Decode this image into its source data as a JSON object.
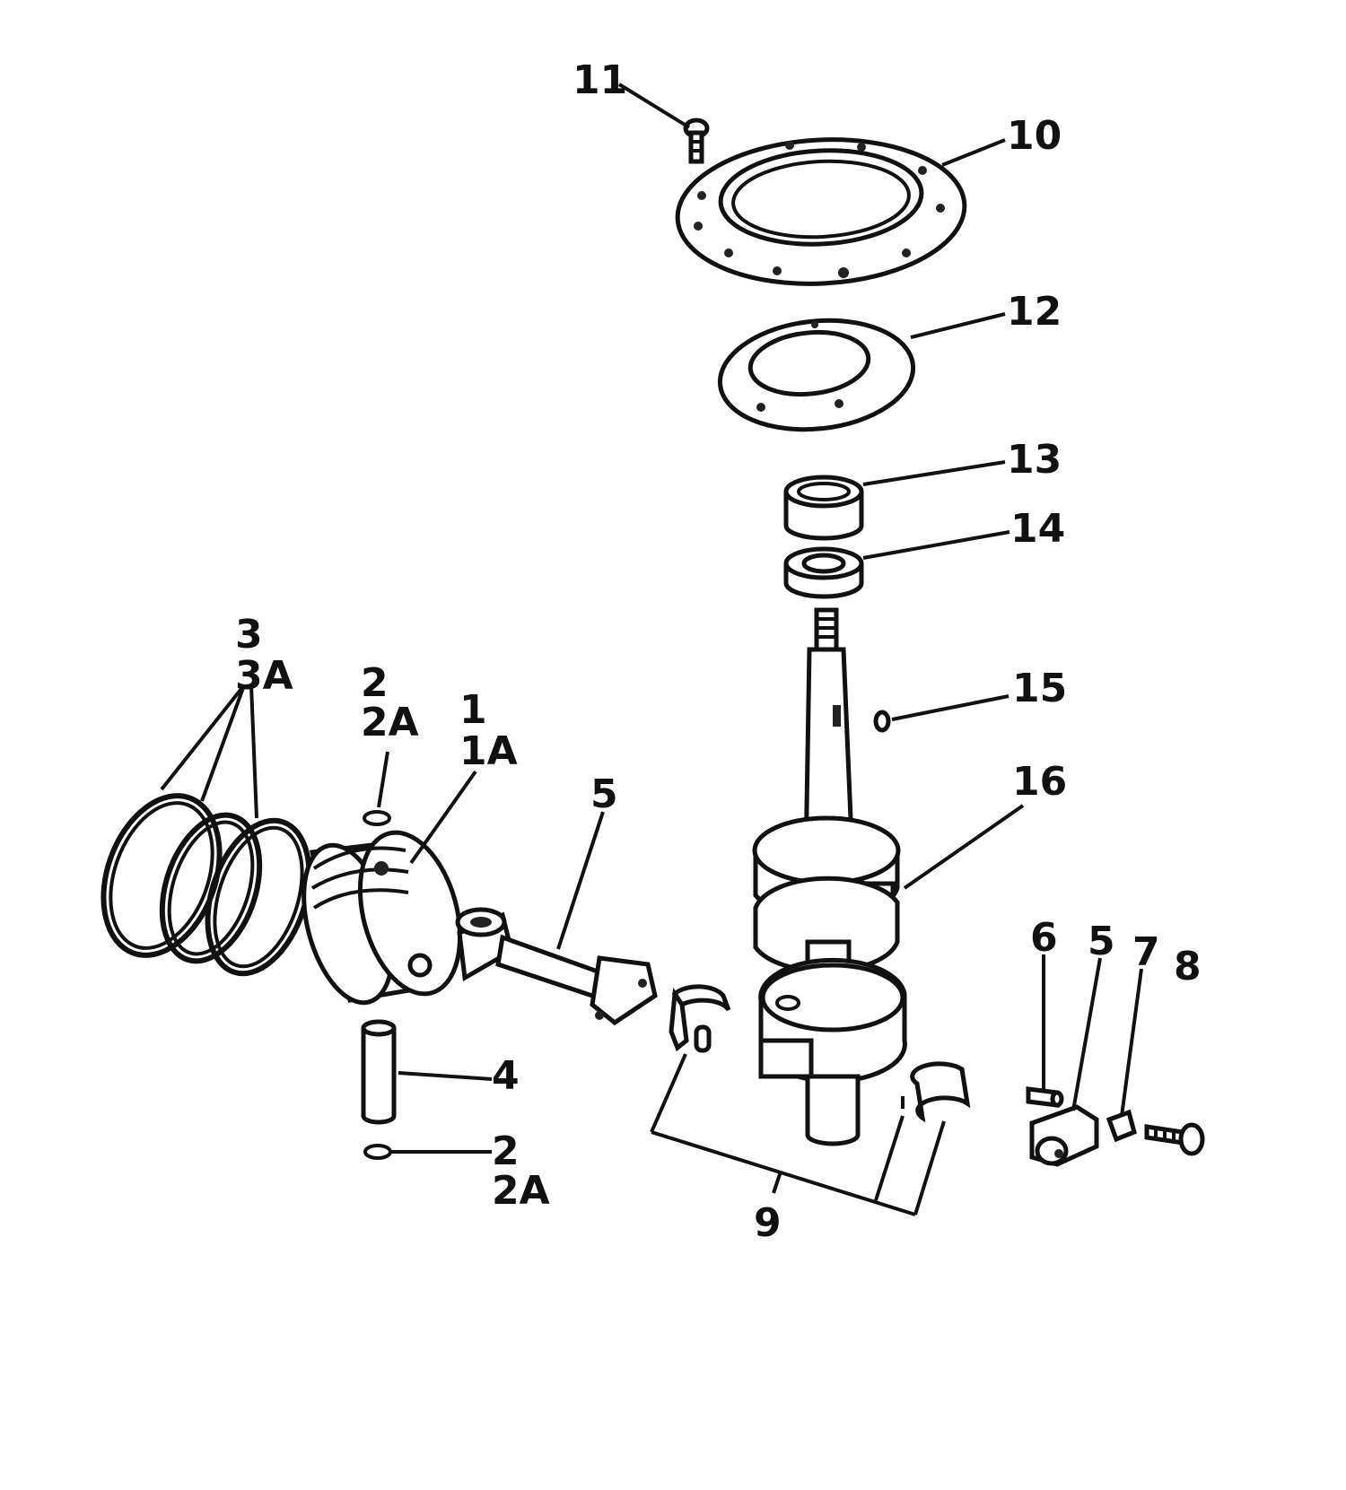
{
  "diagram": {
    "callouts": {
      "c1": [
        "1",
        "1A"
      ],
      "c2a": [
        "2",
        "2A"
      ],
      "c2b": [
        "2",
        "2A"
      ],
      "c3": [
        "3",
        "3A"
      ],
      "c4": [
        "4"
      ],
      "c5a": [
        "5"
      ],
      "c5b": [
        "5"
      ],
      "c6": [
        "6"
      ],
      "c7": [
        "7"
      ],
      "c8": [
        "8"
      ],
      "c9": [
        "9"
      ],
      "c10": [
        "10"
      ],
      "c11": [
        "11"
      ],
      "c12": [
        "12"
      ],
      "c13": [
        "13"
      ],
      "c14": [
        "14"
      ],
      "c15": [
        "15"
      ],
      "c16": [
        "16"
      ]
    }
  }
}
